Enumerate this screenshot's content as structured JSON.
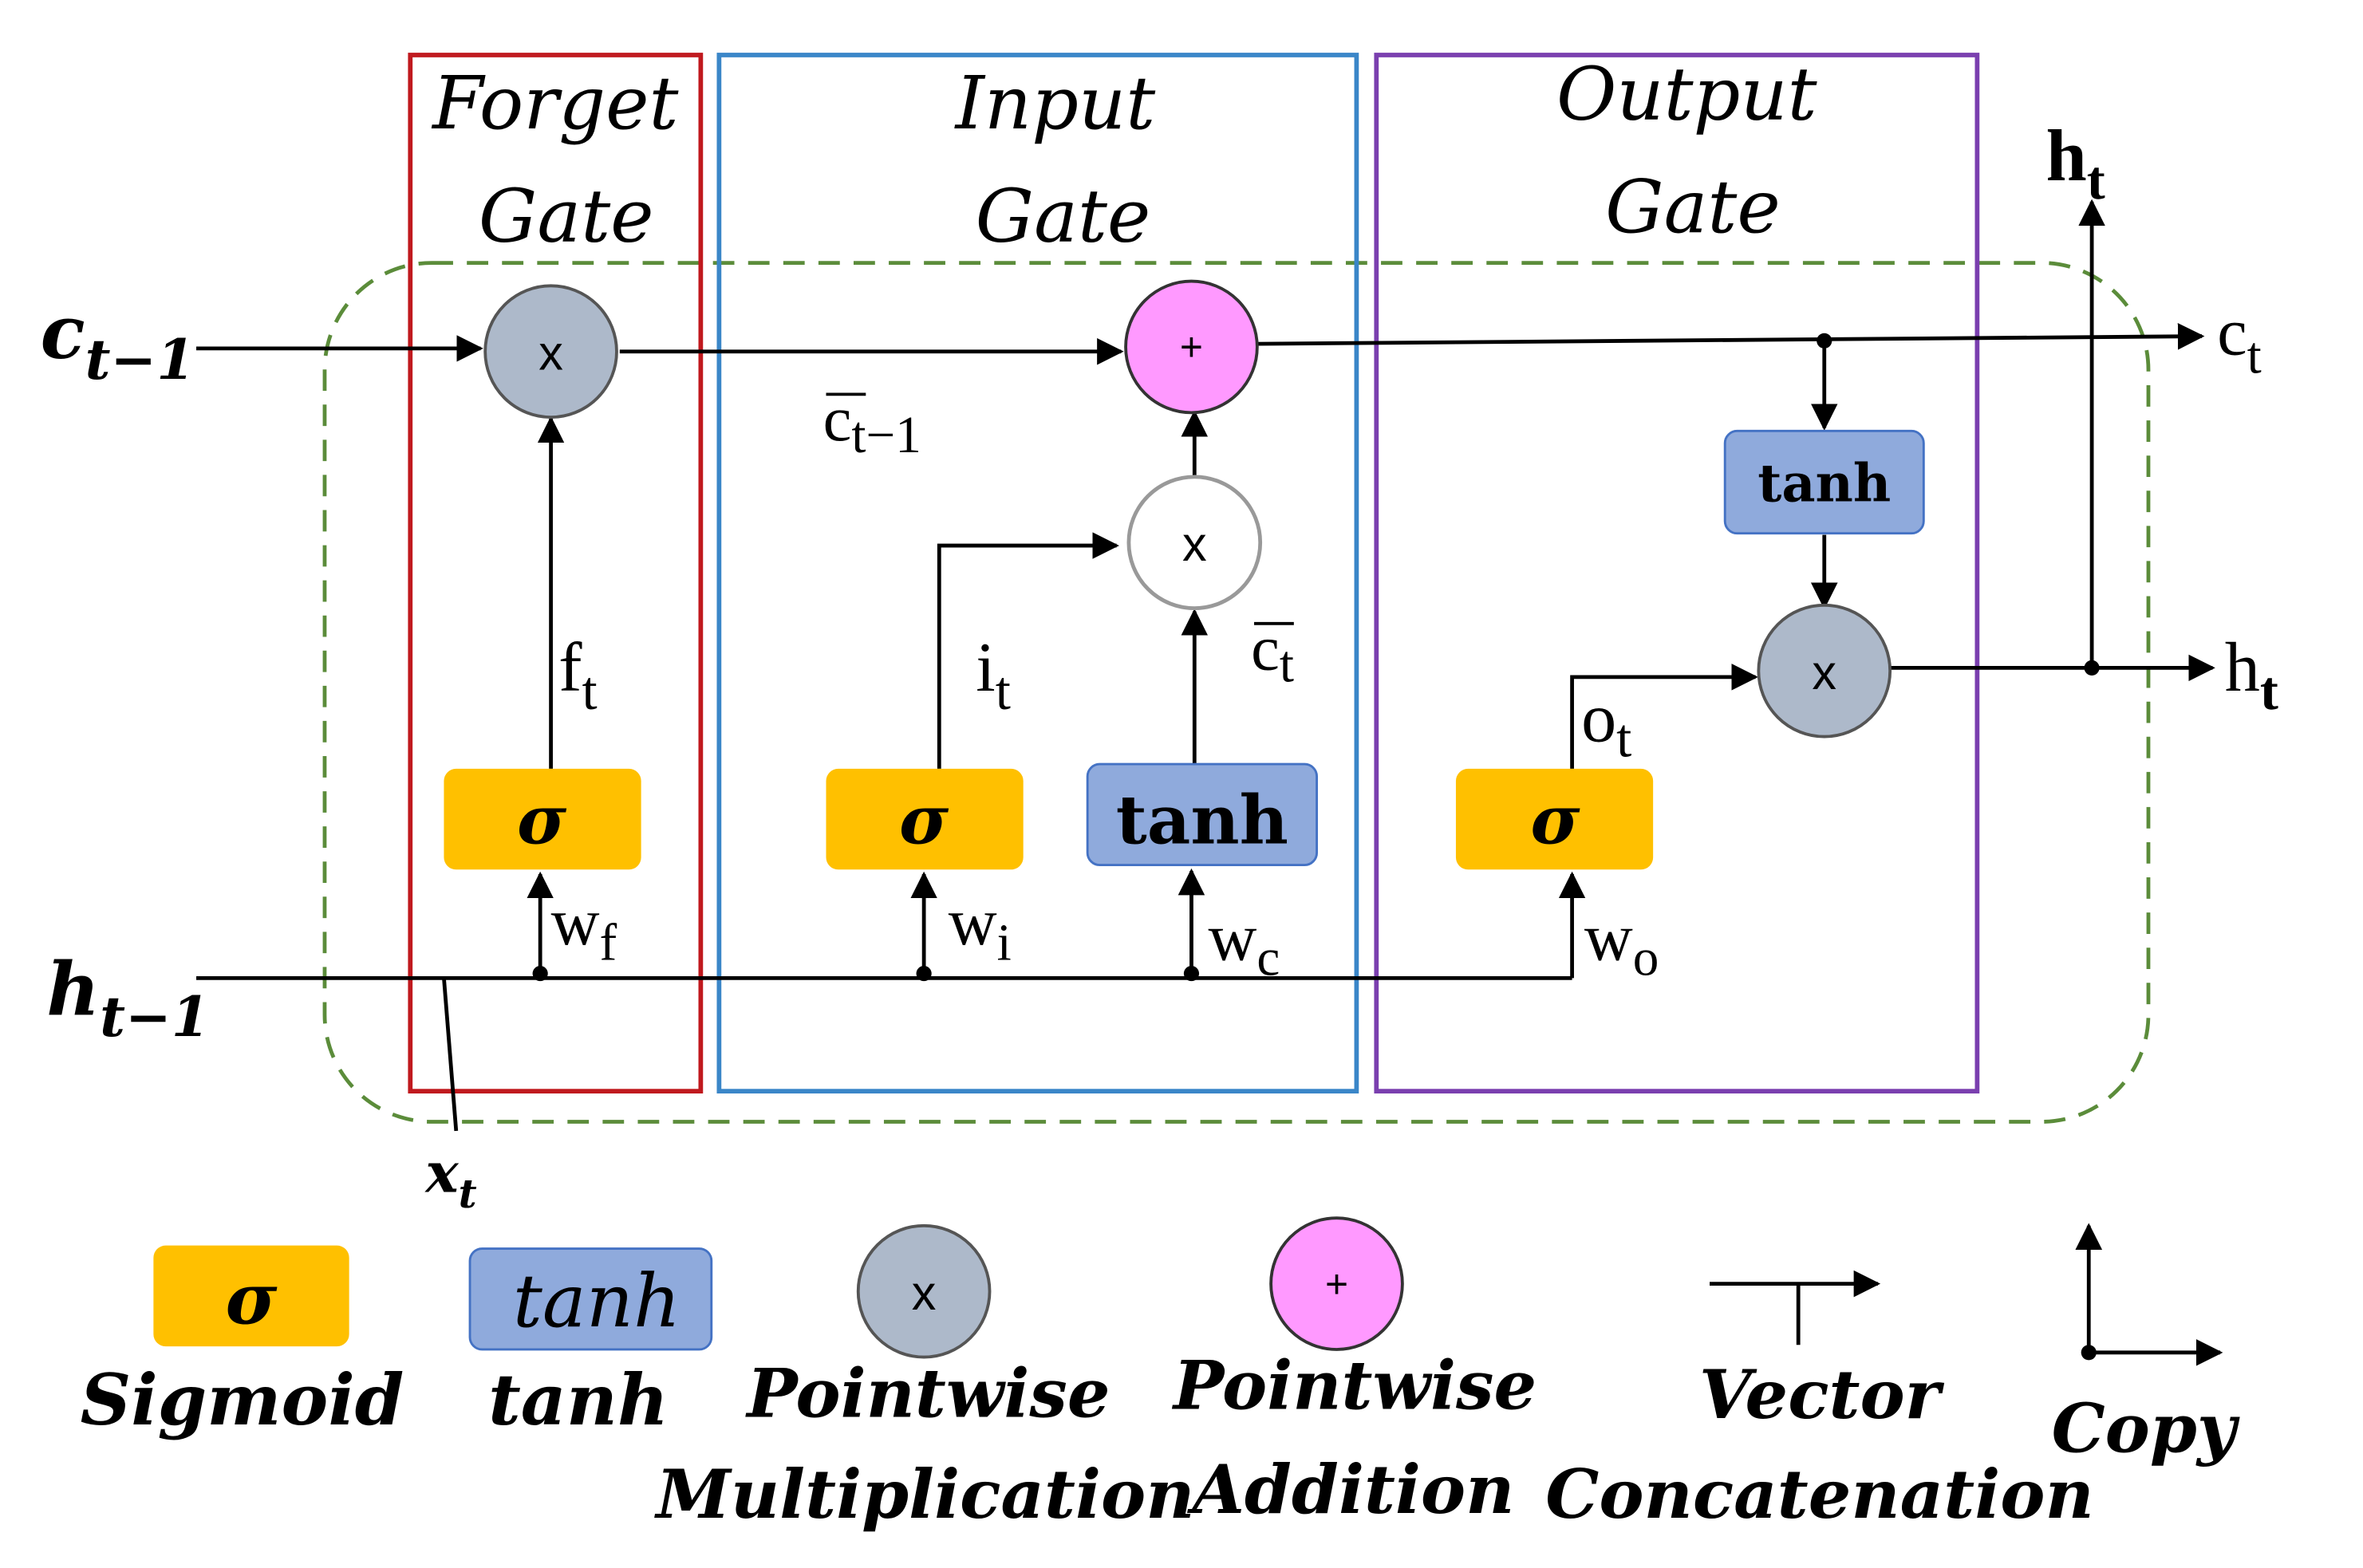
{
  "gates": {
    "forget": {
      "line1": "Forget",
      "line2": "Gate",
      "color": "#C0191E"
    },
    "input": {
      "line1": "Input",
      "line2": "Gate",
      "color": "#3A86C8"
    },
    "output": {
      "line1": "Output",
      "line2": "Gate",
      "color": "#7A3FAF"
    }
  },
  "colors": {
    "sigmoid_fill": "#FFC000",
    "tanh_fill": "#8FAADC",
    "pointwise_mul_fill": "#ADB9CA",
    "pointwise_add_fill": "#FF99FF",
    "cell_border": "#5B8C3A",
    "line": "#000000"
  },
  "symbols": {
    "times": "x",
    "plus": "+",
    "sigma": "σ",
    "tanh": "tanh"
  },
  "signals": {
    "c_prev": {
      "base": "c",
      "sub": "t−1"
    },
    "h_prev": {
      "base": "h",
      "sub": "t−1"
    },
    "x_t": {
      "base": "x",
      "sub": "t"
    },
    "c_t": {
      "base": "c",
      "sub": "t"
    },
    "h_t_right": {
      "base": "h",
      "sub": "t"
    },
    "h_t_top": {
      "base": "h",
      "sub": "t"
    },
    "c_bar_prev": {
      "base": "c",
      "sub": "t−1"
    },
    "c_bar_t": {
      "base": "c",
      "sub": "t"
    },
    "f_t": {
      "base": "f",
      "sub": "t"
    },
    "i_t": {
      "base": "i",
      "sub": "t"
    },
    "o_t": {
      "base": "o",
      "sub": "t"
    },
    "w_f": {
      "base": "w",
      "sub": "f"
    },
    "w_i": {
      "base": "w",
      "sub": "i"
    },
    "w_c": {
      "base": "w",
      "sub": "c"
    },
    "w_o": {
      "base": "w",
      "sub": "o"
    }
  },
  "legend": {
    "sigmoid": {
      "symbol": "σ",
      "label": "Sigmoid"
    },
    "tanh": {
      "symbol": "tanh",
      "label": "tanh"
    },
    "mul": {
      "symbol": "x",
      "line1": "Pointwise",
      "line2": "Multiplication"
    },
    "add": {
      "symbol": "+",
      "line1": "Pointwise",
      "line2": "Addition"
    },
    "concat": {
      "line1": "Vector",
      "line2": "Concatenation"
    },
    "copy": {
      "label": "Copy"
    }
  }
}
